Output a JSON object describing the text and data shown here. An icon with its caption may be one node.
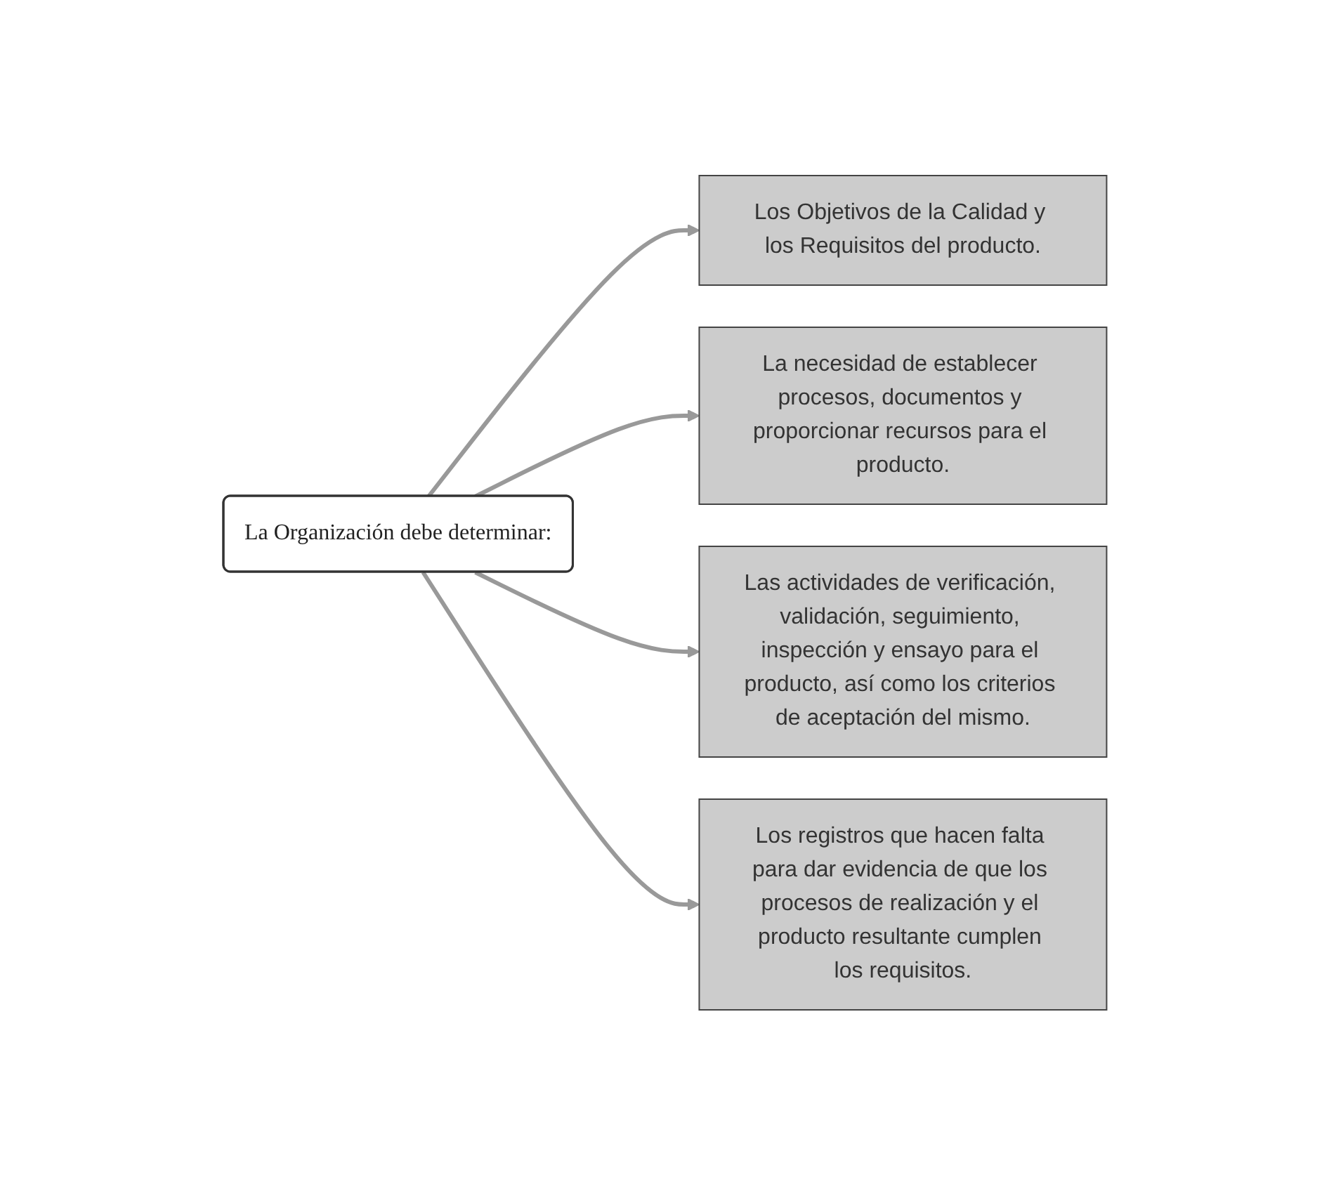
{
  "diagram": {
    "nodes": [
      {
        "text": [
          "La Organización debe determinar:"
        ]
      },
      {
        "text": [
          "Los Objetivos de la Calidad y los Requisitos del producto."
        ]
      },
      {
        "text": [
          "La necesidad de establecer procesos, documentos y proporcionar recursos para el producto."
        ]
      },
      {
        "text": [
          "Las actividades de verificación, validación, seguimiento, inspección y ensayo para el producto, así como los criterios de aceptación del mismo."
        ]
      },
      {
        "text": [
          "Los registros que hacen falta para dar evidencia de que los procesos de realización y el producto resultante cumplen los requisitos."
        ]
      }
    ],
    "edges": [
      {
        "from": 0,
        "to": 1,
        "arrow": "to"
      },
      {
        "from": 0,
        "to": 2,
        "arrow": "to"
      },
      {
        "from": 0,
        "to": 3,
        "arrow": "to"
      },
      {
        "from": 0,
        "to": 4,
        "arrow": "to"
      }
    ]
  }
}
